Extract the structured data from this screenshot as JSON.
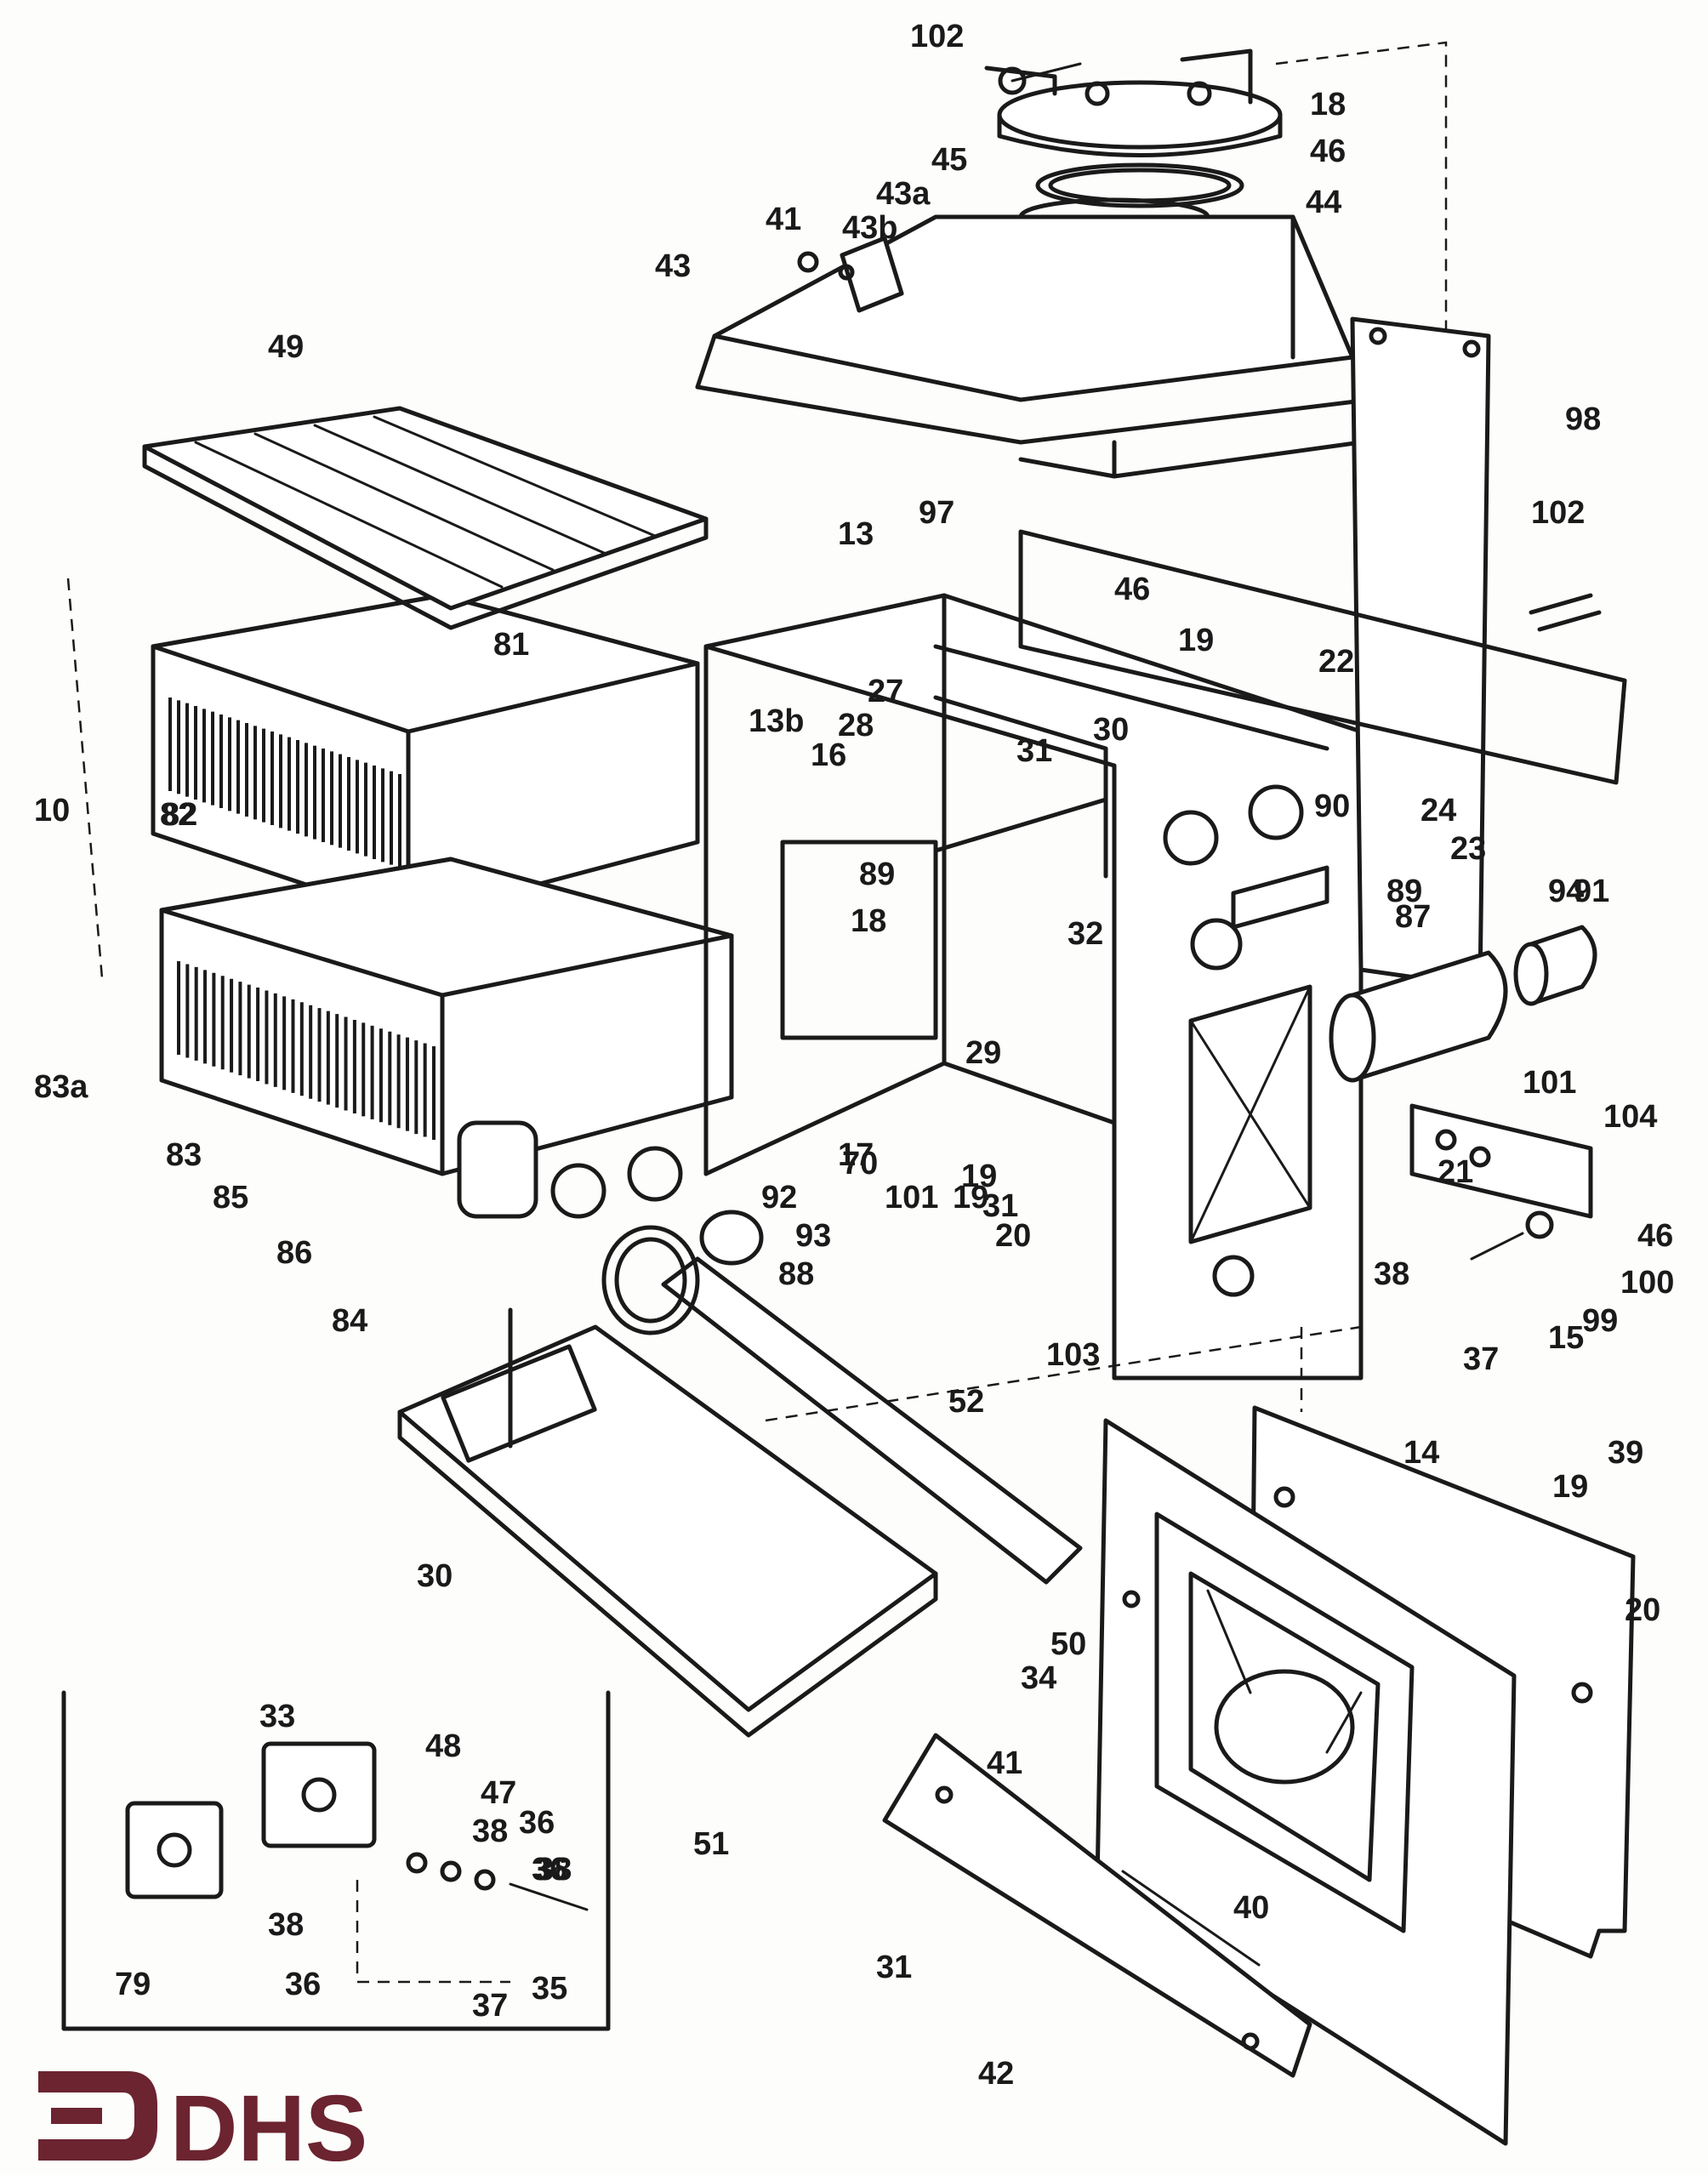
{
  "logo": {
    "text": "DHS",
    "color": "#6b2430"
  },
  "colors": {
    "ink": "#1a1a1a",
    "paper": "#fdfdfc"
  },
  "callouts": [
    "102",
    "18",
    "46",
    "44",
    "45",
    "43a",
    "43b",
    "41",
    "43",
    "98",
    "49",
    "97",
    "102",
    "13",
    "46",
    "19",
    "22",
    "81",
    "27",
    "13b",
    "16",
    "28",
    "31",
    "30",
    "24",
    "23",
    "82",
    "90",
    "89",
    "87",
    "94",
    "91",
    "18",
    "89",
    "32",
    "29",
    "101",
    "104",
    "83a",
    "83",
    "85",
    "86",
    "84",
    "92",
    "93",
    "88",
    "19",
    "70",
    "17",
    "101",
    "19",
    "31",
    "20",
    "21",
    "46",
    "100",
    "38",
    "15",
    "99",
    "37",
    "103",
    "52",
    "14",
    "39",
    "19",
    "20",
    "30",
    "50",
    "34",
    "33",
    "48",
    "47",
    "38",
    "36",
    "36",
    "38",
    "79",
    "38",
    "36",
    "37",
    "35",
    "41",
    "40",
    "31",
    "42",
    "51",
    "10",
    "82"
  ]
}
